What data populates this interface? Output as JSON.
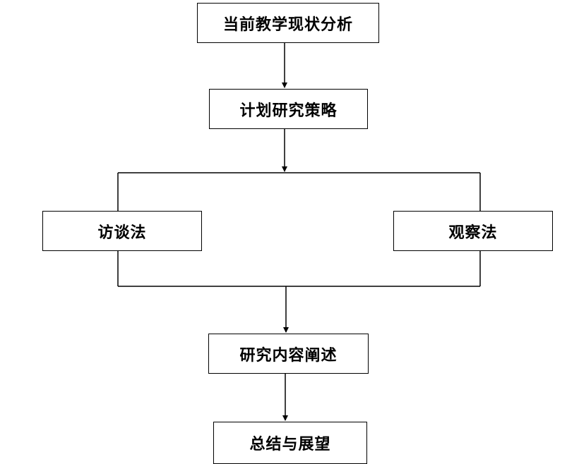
{
  "nodes": {
    "analysis": "当前教学现状分析",
    "strategy": "计划研究策略",
    "interview": "访谈法",
    "observation": "观察法",
    "content": "研究内容阐述",
    "summary": "总结与展望"
  },
  "colors": {
    "line": "#000000",
    "background": "#ffffff"
  }
}
